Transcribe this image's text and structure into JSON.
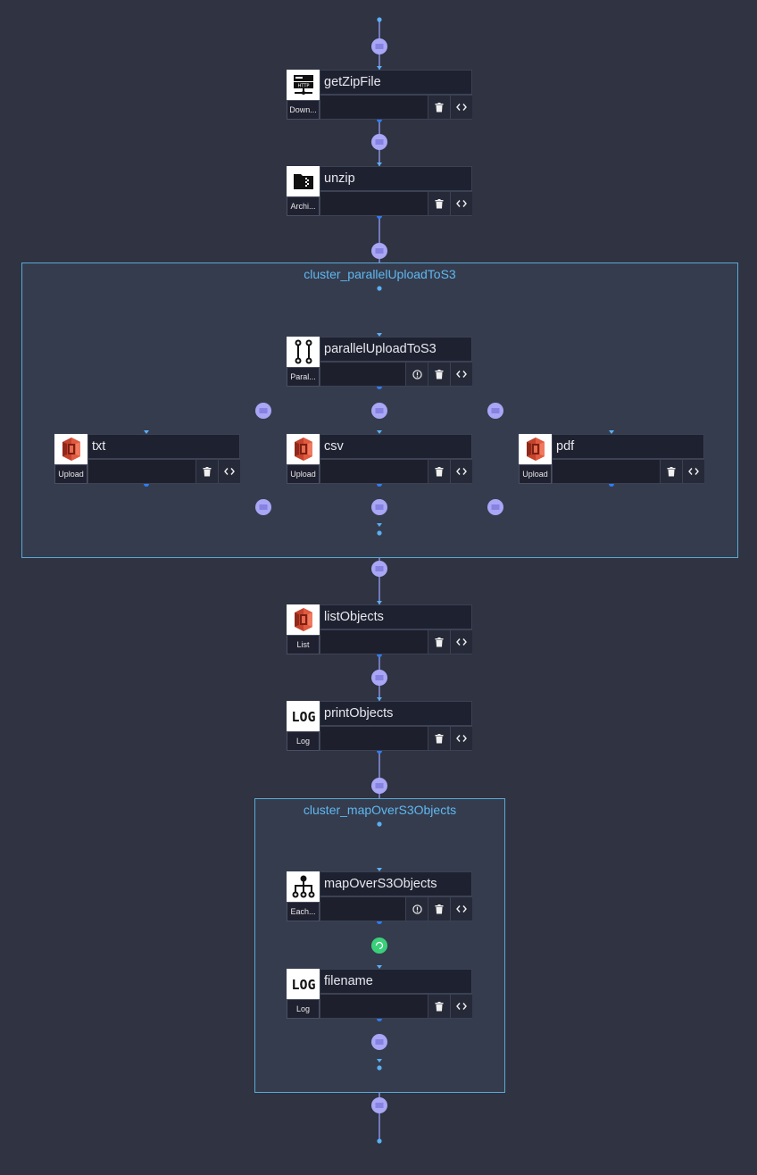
{
  "clusters": [
    {
      "id": "c1",
      "label": "cluster_parallelUploadToS3"
    },
    {
      "id": "c2",
      "label": "cluster_mapOverS3Objects"
    }
  ],
  "nodes": [
    {
      "id": "getZipFile",
      "title": "getZipFile",
      "type": "Down...",
      "icon": "http-server-icon",
      "warning": false
    },
    {
      "id": "unzip",
      "title": "unzip",
      "type": "Archi...",
      "icon": "zip-folder-icon",
      "warning": false
    },
    {
      "id": "parallelUploadToS3",
      "title": "parallelUploadToS3",
      "type": "Paral...",
      "icon": "parallel-branch-icon",
      "warning": true
    },
    {
      "id": "txt",
      "title": "txt",
      "type": "Upload",
      "icon": "aws-s3-icon",
      "warning": false
    },
    {
      "id": "csv",
      "title": "csv",
      "type": "Upload",
      "icon": "aws-s3-icon",
      "warning": false
    },
    {
      "id": "pdf",
      "title": "pdf",
      "type": "Upload",
      "icon": "aws-s3-icon",
      "warning": false
    },
    {
      "id": "listObjects",
      "title": "listObjects",
      "type": "List",
      "icon": "aws-s3-icon",
      "warning": false
    },
    {
      "id": "printObjects",
      "title": "printObjects",
      "type": "Log",
      "icon": "log-icon",
      "warning": false
    },
    {
      "id": "mapOverS3Objects",
      "title": "mapOverS3Objects",
      "type": "Each...",
      "icon": "tree-icon",
      "warning": true
    },
    {
      "id": "filename",
      "title": "filename",
      "type": "Log",
      "icon": "log-icon",
      "warning": false
    }
  ],
  "colors": {
    "background": "#2f3342",
    "edge": "#8a8fe0",
    "edge_marker": "#a9a6f5",
    "port": "#2f7df6",
    "port_light": "#5ab0f5",
    "loop_marker": "#3ad07a",
    "cluster_border": "#59a9d6",
    "cluster_label": "#5fb8f0"
  }
}
